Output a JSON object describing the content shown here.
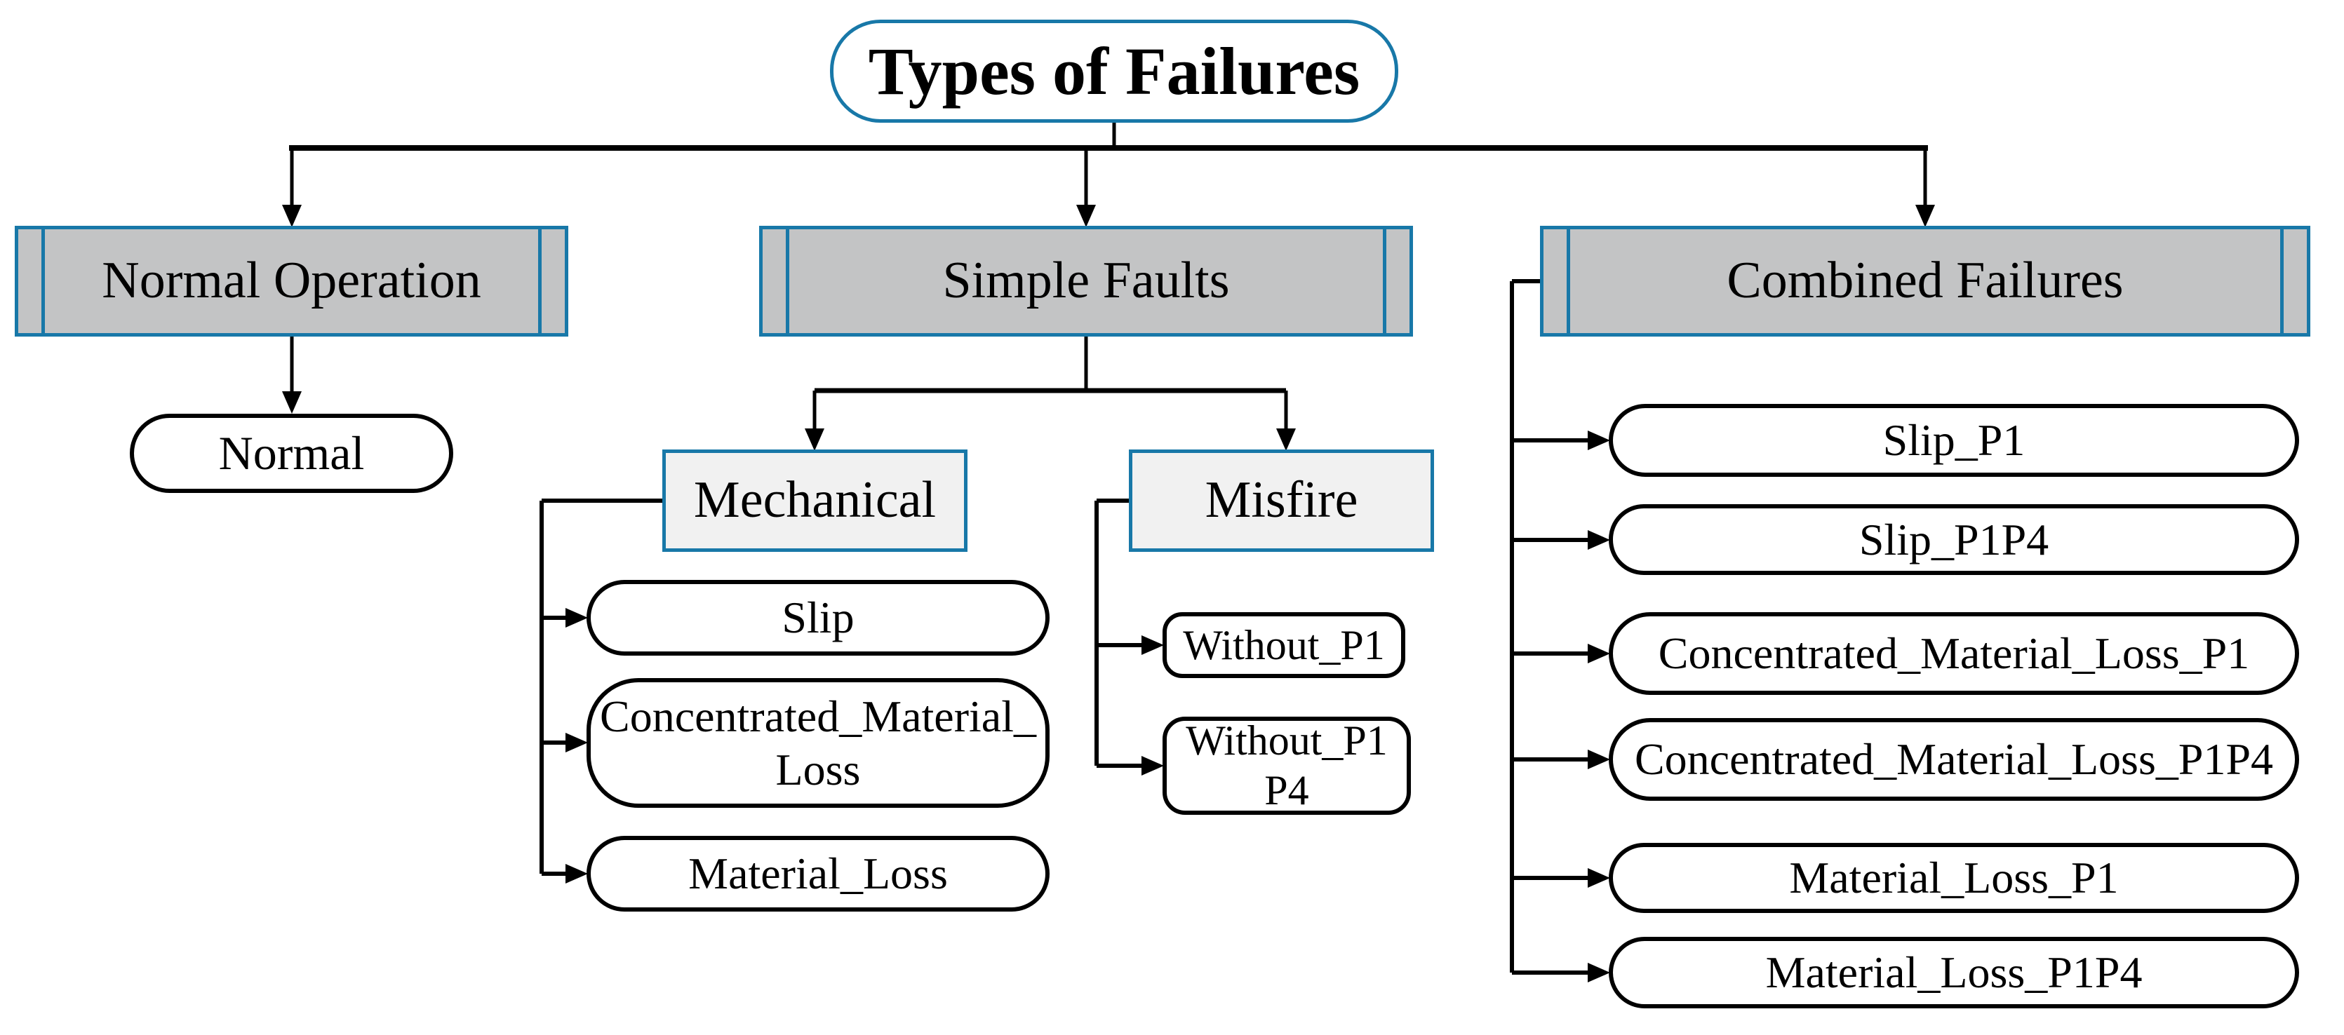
{
  "diagram_title": "Types of Failures",
  "colors": {
    "accent_blue": "#1878A8",
    "branch_fill": "#C3C4C5",
    "subheader_fill": "#F1F1F1",
    "node_fill": "#FFFFFF",
    "connector_black": "#000000"
  },
  "nodes": {
    "title": "Types of Failures",
    "normal_operation": "Normal Operation",
    "simple_faults": "Simple Faults",
    "combined_failures": "Combined Failures",
    "normal": "Normal",
    "mechanical": "Mechanical",
    "misfire": "Misfire",
    "slip": "Slip",
    "concentrated_material_loss": "Concentrated_Material_\nLoss",
    "material_loss": "Material_Loss",
    "without_p1": "Without_P1",
    "without_p1p4": "Without_P1\nP4",
    "slip_p1": "Slip_P1",
    "slip_p1p4": "Slip_P1P4",
    "concentrated_material_loss_p1": "Concentrated_Material_Loss_P1",
    "concentrated_material_loss_p1p4": "Concentrated_Material_Loss_P1P4",
    "material_loss_p1": "Material_Loss_P1",
    "material_loss_p1p4": "Material_Loss_P1P4"
  }
}
